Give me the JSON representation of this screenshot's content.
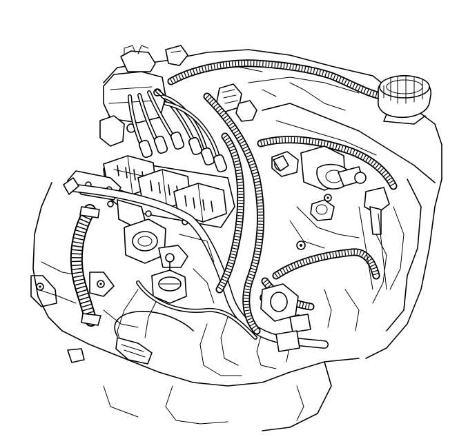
{
  "diagram": {
    "kind": "engine-compartment-line-drawing",
    "background": "#ffffff",
    "ink": "#000000",
    "components": [
      "ignition-coil-pack",
      "spark-plug-wires",
      "wiring-harness-loom",
      "reservoir-cap",
      "coolant-hose",
      "intake-manifold",
      "egr-valve",
      "oxygen-sensor",
      "throttle-body",
      "support-bracket",
      "metal-tube"
    ]
  }
}
